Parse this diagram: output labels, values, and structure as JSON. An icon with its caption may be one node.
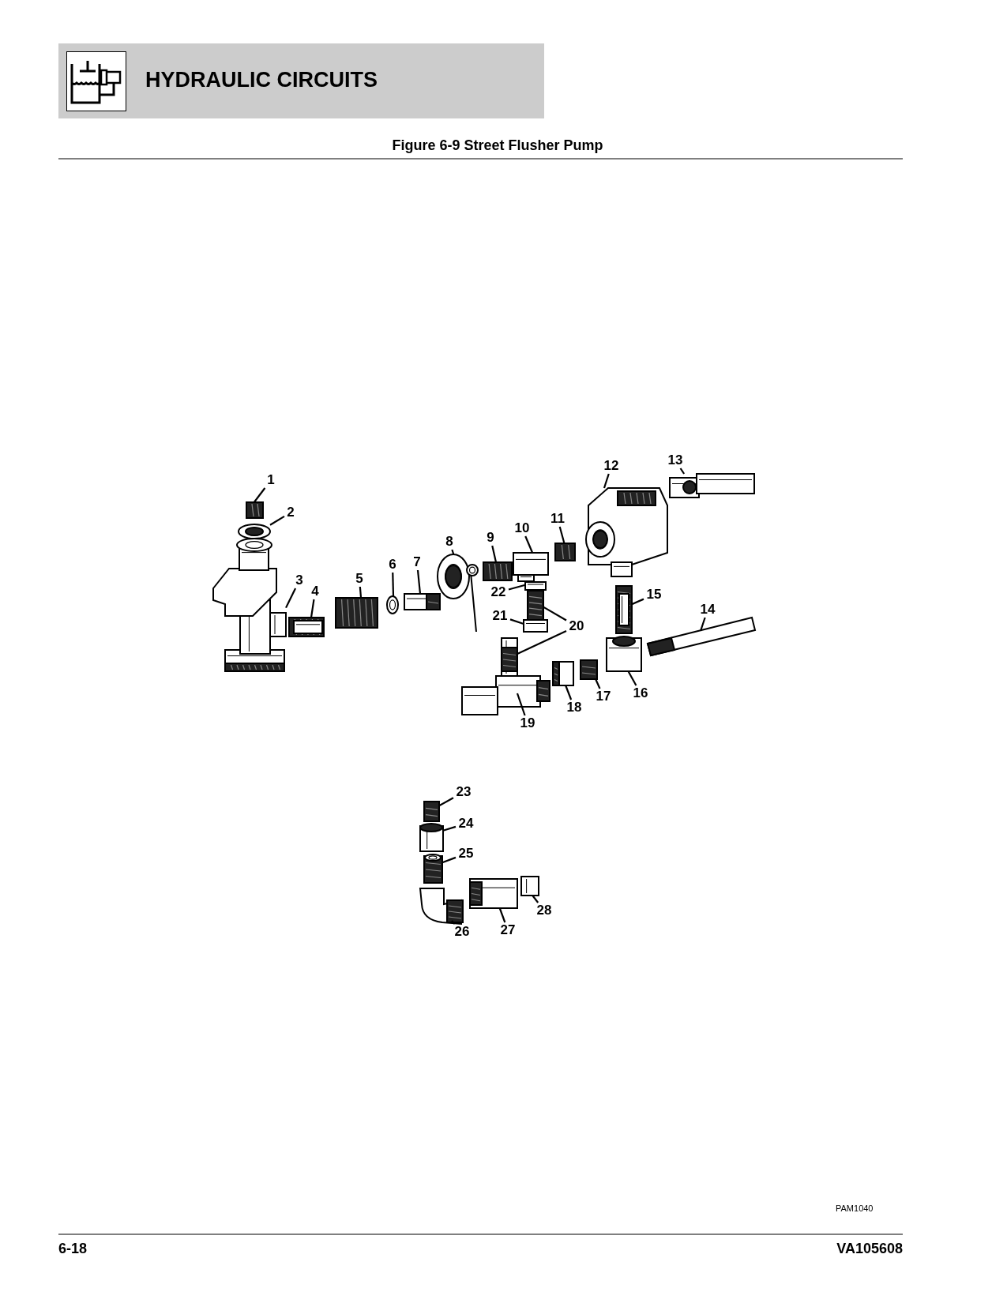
{
  "diagram": {
    "title": "HYDRAULIC CIRCUITS",
    "caption": "Figure 6-9 Street Flusher Pump",
    "nodes": [
      {
        "text": [
          "1"
        ]
      },
      {
        "text": [
          "2"
        ]
      },
      {
        "text": [
          "3"
        ]
      },
      {
        "text": [
          "4"
        ]
      },
      {
        "text": [
          "5"
        ]
      },
      {
        "text": [
          "6"
        ]
      },
      {
        "text": [
          "7"
        ]
      },
      {
        "text": [
          "8"
        ]
      },
      {
        "text": [
          "9"
        ]
      },
      {
        "text": [
          "10"
        ]
      },
      {
        "text": [
          "11"
        ]
      },
      {
        "text": [
          "12"
        ]
      },
      {
        "text": [
          "13"
        ]
      },
      {
        "text": [
          "14"
        ]
      },
      {
        "text": [
          "15"
        ]
      },
      {
        "text": [
          "16"
        ]
      },
      {
        "text": [
          "17"
        ]
      },
      {
        "text": [
          "18"
        ]
      },
      {
        "text": [
          "19"
        ]
      },
      {
        "text": [
          "20"
        ]
      },
      {
        "text": [
          "21"
        ]
      },
      {
        "text": [
          "22"
        ]
      },
      {
        "text": [
          "23"
        ]
      },
      {
        "text": [
          "24"
        ]
      },
      {
        "text": [
          "25"
        ]
      },
      {
        "text": [
          "26"
        ]
      },
      {
        "text": [
          "27"
        ]
      },
      {
        "text": [
          "28"
        ]
      },
      {
        "text": [],
        "shape": "picture"
      },
      {
        "text": [],
        "shape": "picture"
      },
      {
        "text": [],
        "shape": "picture"
      },
      {
        "text": [],
        "shape": "picture"
      },
      {
        "text": [],
        "shape": "picture"
      },
      {
        "text": [],
        "shape": "picture"
      },
      {
        "text": [],
        "shape": "picture"
      },
      {
        "text": [],
        "shape": "picture"
      },
      {
        "text": [],
        "shape": "picture"
      },
      {
        "text": [],
        "shape": "picture"
      },
      {
        "text": [],
        "shape": "picture"
      },
      {
        "text": [],
        "shape": "picture"
      },
      {
        "text": [],
        "shape": "picture"
      },
      {
        "text": [],
        "shape": "picture"
      },
      {
        "text": [],
        "shape": "picture"
      },
      {
        "text": [],
        "shape": "picture"
      },
      {
        "text": [],
        "shape": "picture"
      },
      {
        "text": [],
        "shape": "picture"
      },
      {
        "text": [],
        "shape": "picture"
      },
      {
        "text": [],
        "shape": "picture"
      },
      {
        "text": [],
        "shape": "picture"
      },
      {
        "text": [],
        "shape": "picture"
      },
      {
        "text": [],
        "shape": "picture"
      },
      {
        "text": [],
        "shape": "picture"
      },
      {
        "text": [],
        "shape": "picture"
      },
      {
        "text": [],
        "shape": "picture"
      },
      {
        "text": [],
        "shape": "picture"
      },
      {
        "text": [],
        "shape": "picture"
      },
      {
        "text": [],
        "shape": "picture"
      }
    ],
    "edges": [
      {
        "from": 0,
        "to": 28,
        "arrow": "none"
      },
      {
        "from": 1,
        "to": 29,
        "arrow": "none"
      },
      {
        "from": 2,
        "to": 30,
        "arrow": "none"
      },
      {
        "from": 3,
        "to": 31,
        "arrow": "none"
      },
      {
        "from": 4,
        "to": 32,
        "arrow": "none"
      },
      {
        "from": 5,
        "to": 33,
        "arrow": "none"
      },
      {
        "from": 6,
        "to": 34,
        "arrow": "none"
      },
      {
        "from": 7,
        "to": 35,
        "arrow": "none"
      },
      {
        "from": 8,
        "to": 36,
        "arrow": "none"
      },
      {
        "from": 9,
        "to": 37,
        "arrow": "none"
      },
      {
        "from": 10,
        "to": 38,
        "arrow": "none"
      },
      {
        "from": 11,
        "to": 39,
        "arrow": "none"
      },
      {
        "from": 12,
        "to": 40,
        "arrow": "none"
      },
      {
        "from": 13,
        "to": 41,
        "arrow": "none"
      },
      {
        "from": 14,
        "to": 42,
        "arrow": "none"
      },
      {
        "from": 15,
        "to": 43,
        "arrow": "none"
      },
      {
        "from": 16,
        "to": 44,
        "arrow": "none"
      },
      {
        "from": 17,
        "to": 45,
        "arrow": "none"
      },
      {
        "from": 18,
        "to": 46,
        "arrow": "none"
      },
      {
        "from": 19,
        "to": 47,
        "arrow": "none"
      },
      {
        "from": 19,
        "to": 48,
        "arrow": "none"
      },
      {
        "from": 20,
        "to": 49,
        "arrow": "none"
      },
      {
        "from": 21,
        "to": 50,
        "arrow": "none"
      },
      {
        "from": 22,
        "to": 51,
        "arrow": "none"
      },
      {
        "from": 23,
        "to": 52,
        "arrow": "none"
      },
      {
        "from": 24,
        "to": 53,
        "arrow": "none"
      },
      {
        "from": 25,
        "to": 54,
        "arrow": "none"
      },
      {
        "from": 26,
        "to": 55,
        "arrow": "none"
      },
      {
        "from": 27,
        "to": 56,
        "arrow": "none"
      }
    ],
    "labels": [
      "PAM1040",
      "6-18",
      "VA105608"
    ]
  }
}
